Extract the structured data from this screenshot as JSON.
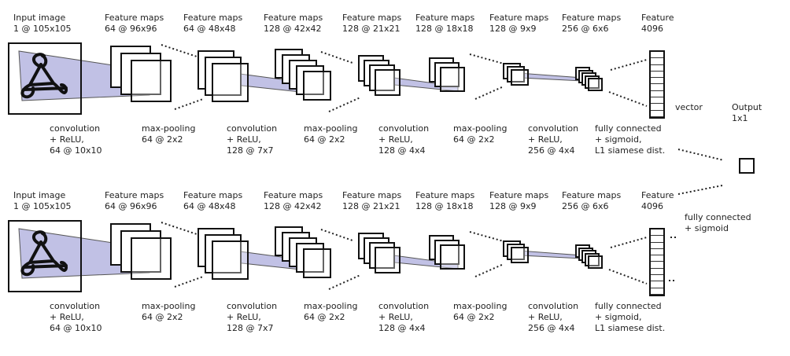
{
  "branches": [
    {
      "layer_headers": [
        {
          "title": "Input image",
          "dims": "1 @ 105x105"
        },
        {
          "title": "Feature maps",
          "dims": "64 @ 96x96"
        },
        {
          "title": "Feature maps",
          "dims": "64 @ 48x48"
        },
        {
          "title": "Feature maps",
          "dims": "128 @ 42x42"
        },
        {
          "title": "Feature maps",
          "dims": "128 @ 21x21"
        },
        {
          "title": "Feature maps",
          "dims": "128 @ 18x18"
        },
        {
          "title": "Feature maps",
          "dims": "128 @ 9x9"
        },
        {
          "title": "Feature maps",
          "dims": "256 @ 6x6"
        },
        {
          "title": "Feature",
          "dims": "4096"
        }
      ],
      "operations": [
        {
          "line1": "convolution",
          "line2": "+ ReLU,",
          "line3": "64 @ 10x10"
        },
        {
          "line1": "max-pooling",
          "line2": "64 @ 2x2",
          "line3": ""
        },
        {
          "line1": "convolution",
          "line2": "+ ReLU,",
          "line3": "128 @ 7x7"
        },
        {
          "line1": "max-pooling",
          "line2": "64 @ 2x2",
          "line3": ""
        },
        {
          "line1": "convolution",
          "line2": "+ ReLU,",
          "line3": "128 @ 4x4"
        },
        {
          "line1": "max-pooling",
          "line2": "64 @ 2x2",
          "line3": ""
        },
        {
          "line1": "convolution",
          "line2": "+ ReLU,",
          "line3": "256 @ 4x4"
        },
        {
          "line1": "fully connected",
          "line2": "+ sigmoid,",
          "line3": "L1 siamese dist."
        }
      ]
    },
    {
      "layer_headers": [
        {
          "title": "Input image",
          "dims": "1 @ 105x105"
        },
        {
          "title": "Feature maps",
          "dims": "64 @ 96x96"
        },
        {
          "title": "Feature maps",
          "dims": "64 @ 48x48"
        },
        {
          "title": "Feature maps",
          "dims": "128 @ 42x42"
        },
        {
          "title": "Feature maps",
          "dims": "128 @ 21x21"
        },
        {
          "title": "Feature maps",
          "dims": "128 @ 18x18"
        },
        {
          "title": "Feature maps",
          "dims": "128 @ 9x9"
        },
        {
          "title": "Feature maps",
          "dims": "256 @ 6x6"
        },
        {
          "title": "Feature",
          "dims": "4096"
        }
      ],
      "operations": [
        {
          "line1": "convolution",
          "line2": "+ ReLU,",
          "line3": "64 @ 10x10"
        },
        {
          "line1": "max-pooling",
          "line2": "64 @ 2x2",
          "line3": ""
        },
        {
          "line1": "convolution",
          "line2": "+ ReLU,",
          "line3": "128 @ 7x7"
        },
        {
          "line1": "max-pooling",
          "line2": "64 @ 2x2",
          "line3": ""
        },
        {
          "line1": "convolution",
          "line2": "+ ReLU,",
          "line3": "128 @ 4x4"
        },
        {
          "line1": "max-pooling",
          "line2": "64 @ 2x2",
          "line3": ""
        },
        {
          "line1": "convolution",
          "line2": "+ ReLU,",
          "line3": "256 @ 4x4"
        },
        {
          "line1": "fully connected",
          "line2": "+ sigmoid,",
          "line3": "L1 siamese dist."
        }
      ]
    }
  ],
  "vector_label": "vector",
  "output": {
    "title": "Output",
    "dims": "1x1"
  },
  "final_op": {
    "line1": "fully connected",
    "line2": "+ sigmoid"
  },
  "colors": {
    "projection": "#8e8ed0",
    "stroke": "#111111",
    "text": "#222222"
  },
  "icons": {
    "input_glyph": "handwritten-character-icon"
  }
}
